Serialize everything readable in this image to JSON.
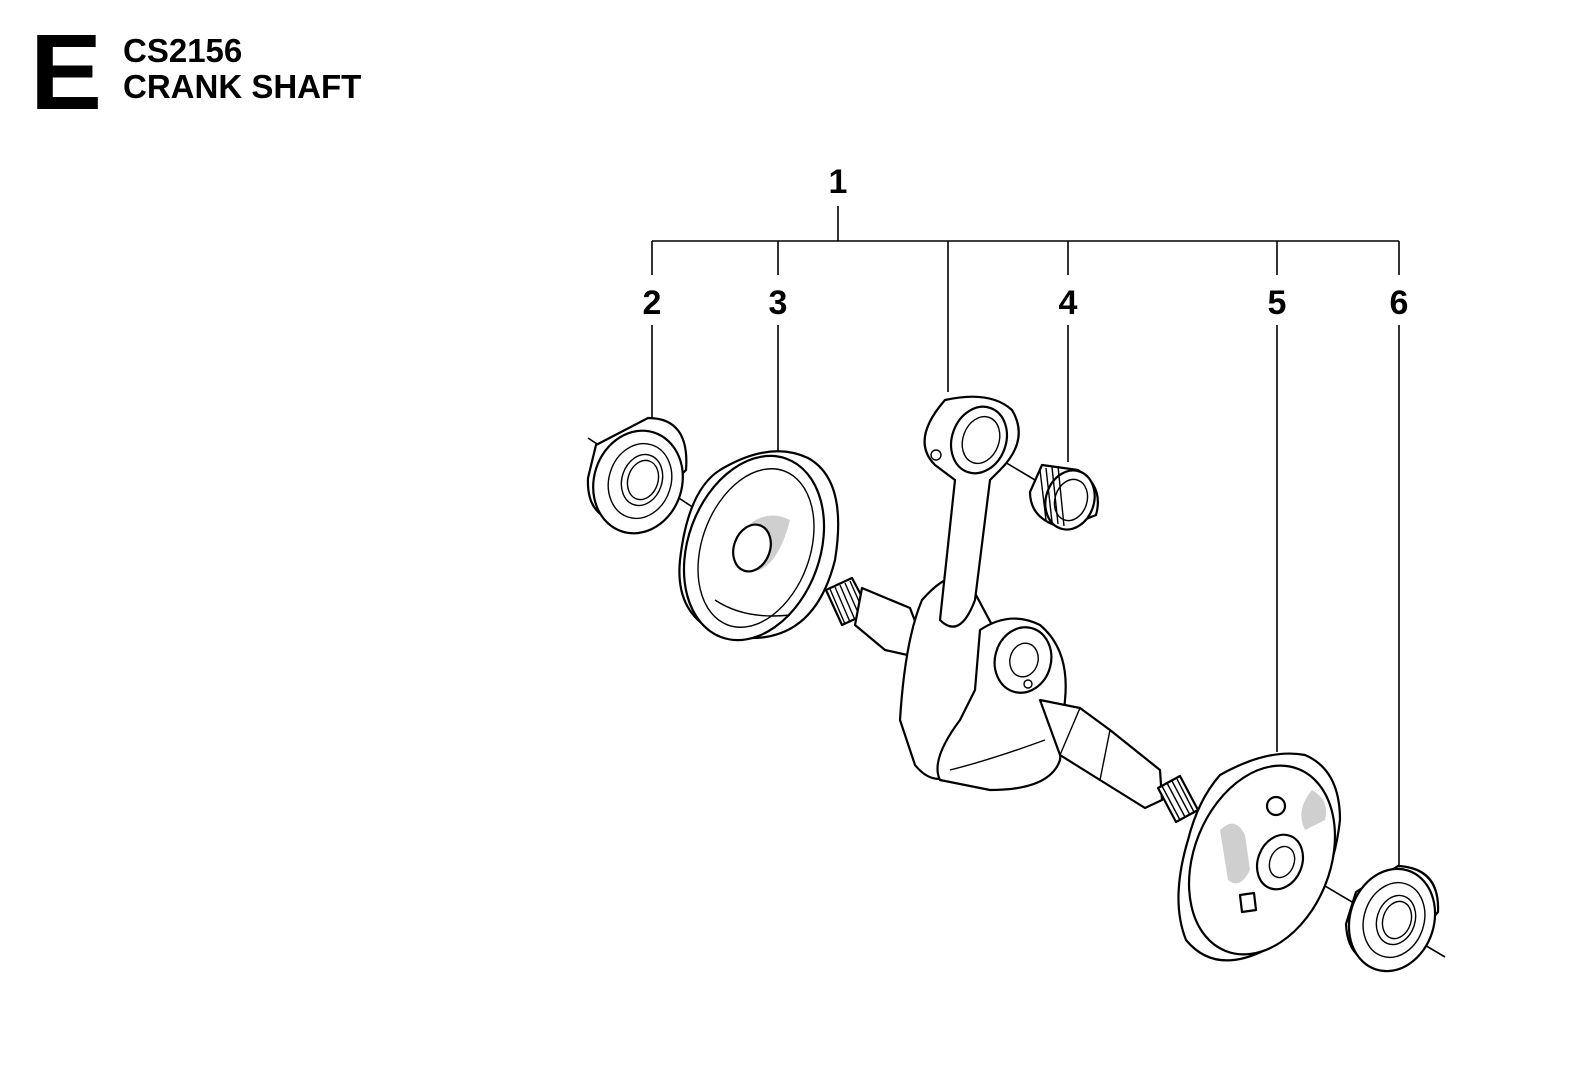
{
  "header": {
    "section": "E",
    "model": "CS2156",
    "title": "CRANK SHAFT"
  },
  "callouts": [
    {
      "id": "1",
      "label": "1"
    },
    {
      "id": "2",
      "label": "2"
    },
    {
      "id": "3",
      "label": "3"
    },
    {
      "id": "4",
      "label": "4"
    },
    {
      "id": "5",
      "label": "5"
    },
    {
      "id": "6",
      "label": "6"
    }
  ],
  "parts": [
    {
      "callout": "2",
      "icon": "ball-bearing-icon"
    },
    {
      "callout": "3",
      "icon": "crank-web-icon"
    },
    {
      "callout": "4",
      "icon": "needle-bearing-icon"
    },
    {
      "callout": "5",
      "icon": "crank-web-icon"
    },
    {
      "callout": "6",
      "icon": "ball-bearing-icon"
    },
    {
      "callout": "1",
      "icon": "crankshaft-assembly-icon"
    }
  ]
}
